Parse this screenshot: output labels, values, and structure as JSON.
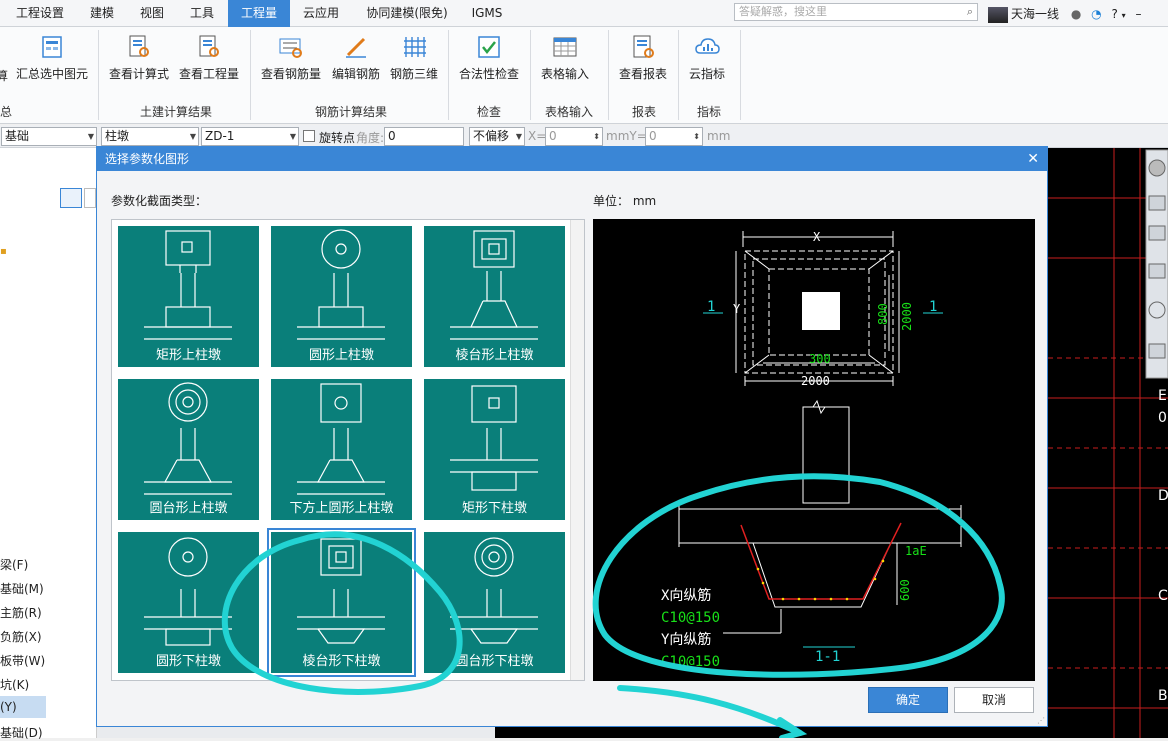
{
  "tabs": [
    {
      "label": "工程设置"
    },
    {
      "label": "建模"
    },
    {
      "label": "视图"
    },
    {
      "label": "工具"
    },
    {
      "label": "工程量"
    },
    {
      "label": "云应用"
    },
    {
      "label": "协同建模(限免)"
    },
    {
      "label": "IGMS"
    }
  ],
  "search": {
    "placeholder": "答疑解惑，搜这里"
  },
  "user": {
    "name": "天海一线",
    "help": "?"
  },
  "ribbon": {
    "buttons": [
      "汇总选中图元",
      "查看计算式",
      "查看工程量",
      "查看钢筋量",
      "编辑钢筋",
      "钢筋三维",
      "合法性检查",
      "表格输入",
      "查看报表",
      "云指标"
    ],
    "partial_left": "算",
    "partial_group": "总",
    "groups": [
      "土建计算结果",
      "钢筋计算结果",
      "检查",
      "表格输入",
      "报表",
      "指标"
    ]
  },
  "toolbar": {
    "c1": "基础",
    "c2": "柱墩",
    "c3": "ZD-1",
    "rotate": "旋转点",
    "angle_label": "角度:",
    "angle": "0",
    "offset": "不偏移",
    "x_label": "X=",
    "x": "0",
    "mmy": "mmY=",
    "y": "0",
    "mm": "mm"
  },
  "left_panel": {
    "items": [
      "梁(F)",
      "基础(M)",
      "主筋(R)",
      "负筋(X)",
      "板带(W)",
      "坑(K)",
      "(Y)",
      "基础(D)"
    ]
  },
  "dialog": {
    "title": "选择参数化图形",
    "section_label": "参数化截面类型：",
    "unit_label": "单位：  mm",
    "shapes": [
      {
        "label": "矩形上柱墩"
      },
      {
        "label": "圆形上柱墩"
      },
      {
        "label": "棱台形上柱墩"
      },
      {
        "label": "圆台形上柱墩"
      },
      {
        "label": "下方上圆形上柱墩"
      },
      {
        "label": "矩形下柱墩"
      },
      {
        "label": "圆形下柱墩"
      },
      {
        "label": "棱台形下柱墩"
      },
      {
        "label": "圆台形下柱墩"
      }
    ],
    "selected_index": 7,
    "ok": "确定",
    "cancel": "取消"
  },
  "preview": {
    "x": "X",
    "y": "Y",
    "sec": "1",
    "d800a": "800",
    "d2000a": "2000",
    "d300": "300",
    "d2000b": "2000",
    "lae": "1aE",
    "d600": "600",
    "xbar": "X向纵筋",
    "xspec": "C10@150",
    "ybar": "Y向纵筋",
    "yspec": "C10@150",
    "sec_label": "1-1"
  },
  "cad_labels": [
    "E",
    "0",
    "D",
    "C",
    "B"
  ],
  "colors": {
    "accent": "#3a86d6",
    "cell": "#0a7f7a",
    "annot": "#22d3d3"
  }
}
